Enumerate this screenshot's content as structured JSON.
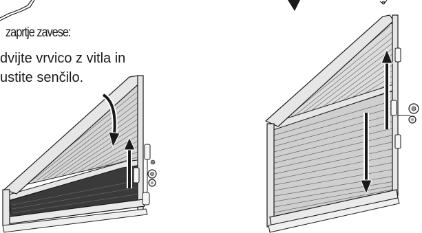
{
  "heading": "zaprtje zavese:",
  "instruction": {
    "line1": "dvijte vrvico z vitla in",
    "line2": "ustite senčilo."
  },
  "colors": {
    "ink": "#1a1a1a",
    "fabric_light": "#cfcfcf",
    "fabric_mid": "#9a9a9a",
    "fabric_dark": "#3a3a3a",
    "rail": "#e6e6e6"
  },
  "icons": {
    "down_arrow_left": "arrow-down-curved-icon",
    "up_arrow_left": "arrow-up-icon",
    "up_arrow_right": "arrow-up-icon",
    "down_arrow_right": "arrow-down-icon",
    "cord_winder": "cord-winder-icon",
    "pointer_top": "arrow-down-icon"
  }
}
